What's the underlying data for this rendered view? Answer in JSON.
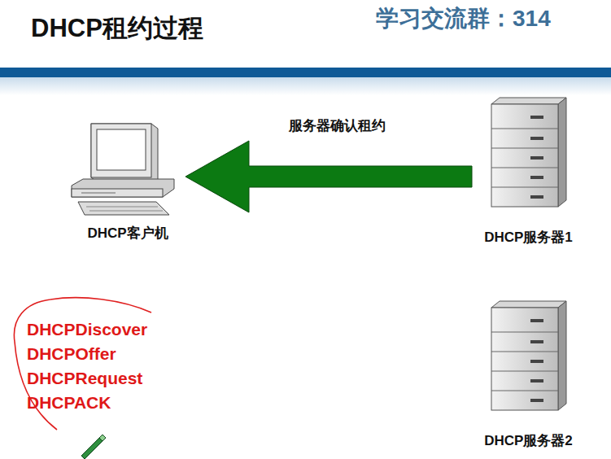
{
  "diagram": {
    "title": "DHCP租约过程",
    "nodes": [
      {
        "text": [
          "DHCP客户机"
        ]
      },
      {
        "text": [
          "DHCP服务器1"
        ]
      },
      {
        "text": [
          "DHCP服务器2"
        ]
      }
    ],
    "edges": [
      {
        "from": 1,
        "to": 0,
        "label": "服务器确认租约",
        "arrow": "to"
      }
    ],
    "labels": [
      "学习交流群：314",
      "DHCPDiscover",
      "DHCPOffer",
      "DHCPRequest",
      "DHCPACK"
    ]
  }
}
